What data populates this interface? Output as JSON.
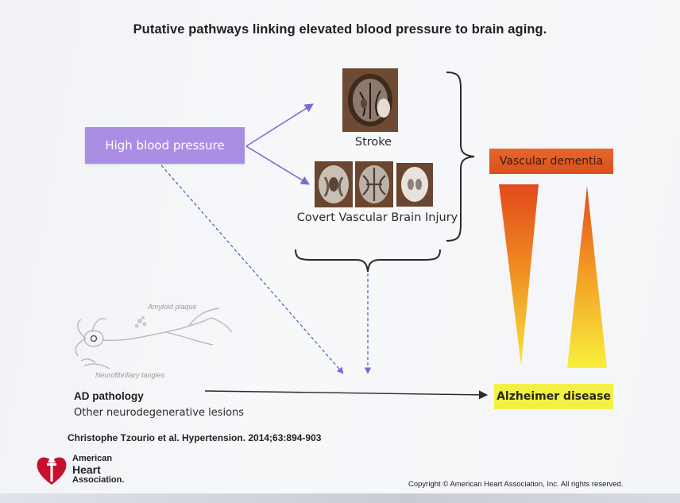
{
  "title": "Putative pathways linking elevated blood pressure to brain aging.",
  "nodes": {
    "high_blood_pressure": "High blood pressure",
    "stroke": "Stroke",
    "covert_vascular_brain_injury": "Covert Vascular Brain Injury",
    "vascular_dementia": "Vascular dementia",
    "alzheimer_disease": "Alzheimer disease",
    "ad_pathology": "AD pathology",
    "other_lesions": "Other neurodegenerative lesions"
  },
  "neuron_labels": {
    "amyloid_plaque": "Amyloid plaque",
    "neurofibrillary_tangles": "Neurofibrillary tangles"
  },
  "citation": "Christophe Tzourio et al. Hypertension. 2014;63:894-903",
  "logo": {
    "line1": "American",
    "line2": "Heart",
    "line3": "Association."
  },
  "copyright": "Copyright © American Heart Association, Inc. All rights reserved.",
  "colors": {
    "hbp_box": "#a98ee3",
    "arrow_purple": "#7b6ad6",
    "vascular_dementia_box": "#e06024",
    "alzheimer_box": "#f2f045",
    "aha_red": "#c8102e"
  }
}
